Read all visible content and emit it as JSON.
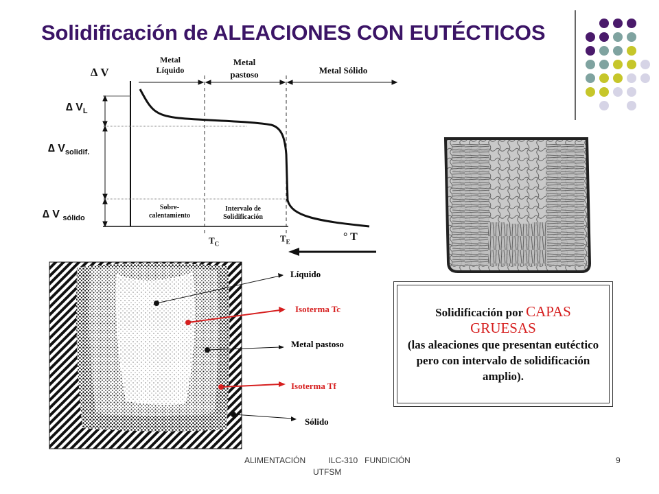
{
  "title": "Solidificación de ALEACIONES CON EUTÉCTICOS",
  "graph": {
    "y_label": "∆ V",
    "phase_liquid": "Metal Líquido",
    "phase_pasty": "Metal pastoso",
    "phase_solid": "Metal Sólido",
    "dv_l": "∆ V",
    "dv_l_sub": "L",
    "dv_solidif": "∆ V",
    "dv_solidif_sub": "solidif.",
    "dv_solido": "∆ V",
    "dv_solido_sub": "sólido",
    "overheat": "Sobre- calentamiento",
    "interval": "Intervalo de Solidificación",
    "tc": "T",
    "tc_sub": "C",
    "te": "T",
    "te_sub": "E",
    "t_axis": "° T"
  },
  "mold_legend": {
    "liquid": "Líquido",
    "iso_tc": "Isoterma Tc",
    "pasty": "Metal pastoso",
    "iso_tf": "Isoterma Tf",
    "solid": "Sólido"
  },
  "info_box": {
    "line1": "Solidificación por",
    "caps": "CAPAS GRUESAS",
    "line2": "(las aleaciones que presentan eutéctico pero con intervalo de solidificación amplio)."
  },
  "footer": {
    "text1": "ALIMENTACIÓN          ILC-310   FUNDICIÓN",
    "text2": "UTFSM",
    "page_number": "9"
  },
  "colors": {
    "title": "#3b1466",
    "purple": "#4a1a6b",
    "teal": "#7fa3a0",
    "lime": "#c6c62a",
    "lavender": "#d6d4e6",
    "red": "#d61f1f"
  }
}
